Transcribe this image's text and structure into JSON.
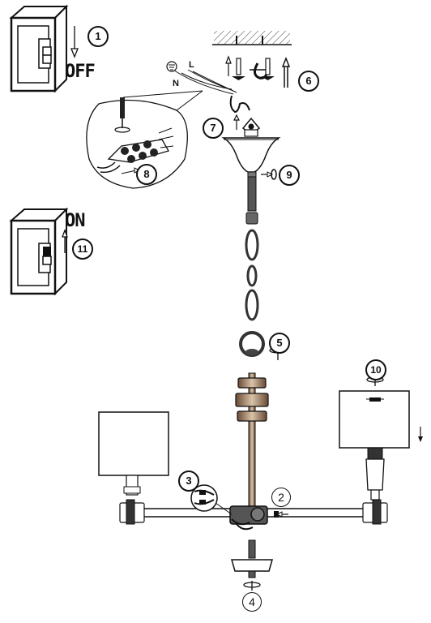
{
  "switch_off": {
    "label": "OFF",
    "step": "1"
  },
  "switch_on": {
    "label": "ON",
    "step": "11"
  },
  "wires": {
    "live": "L",
    "neutral": "N"
  },
  "steps": {
    "ceiling_bracket": "6",
    "canopy": "7",
    "terminal_block": "8",
    "canopy_ring": "9",
    "chain_bottom": "5",
    "arm_screw": "2",
    "arm_connector": "3",
    "bottom_cap": "4",
    "shade_top": "10"
  },
  "icons": [
    "breaker-switch-icon",
    "ground-symbol-icon",
    "screwdriver-icon",
    "ceiling-hook-icon",
    "arrow-down-icon",
    "arrow-up-icon"
  ]
}
